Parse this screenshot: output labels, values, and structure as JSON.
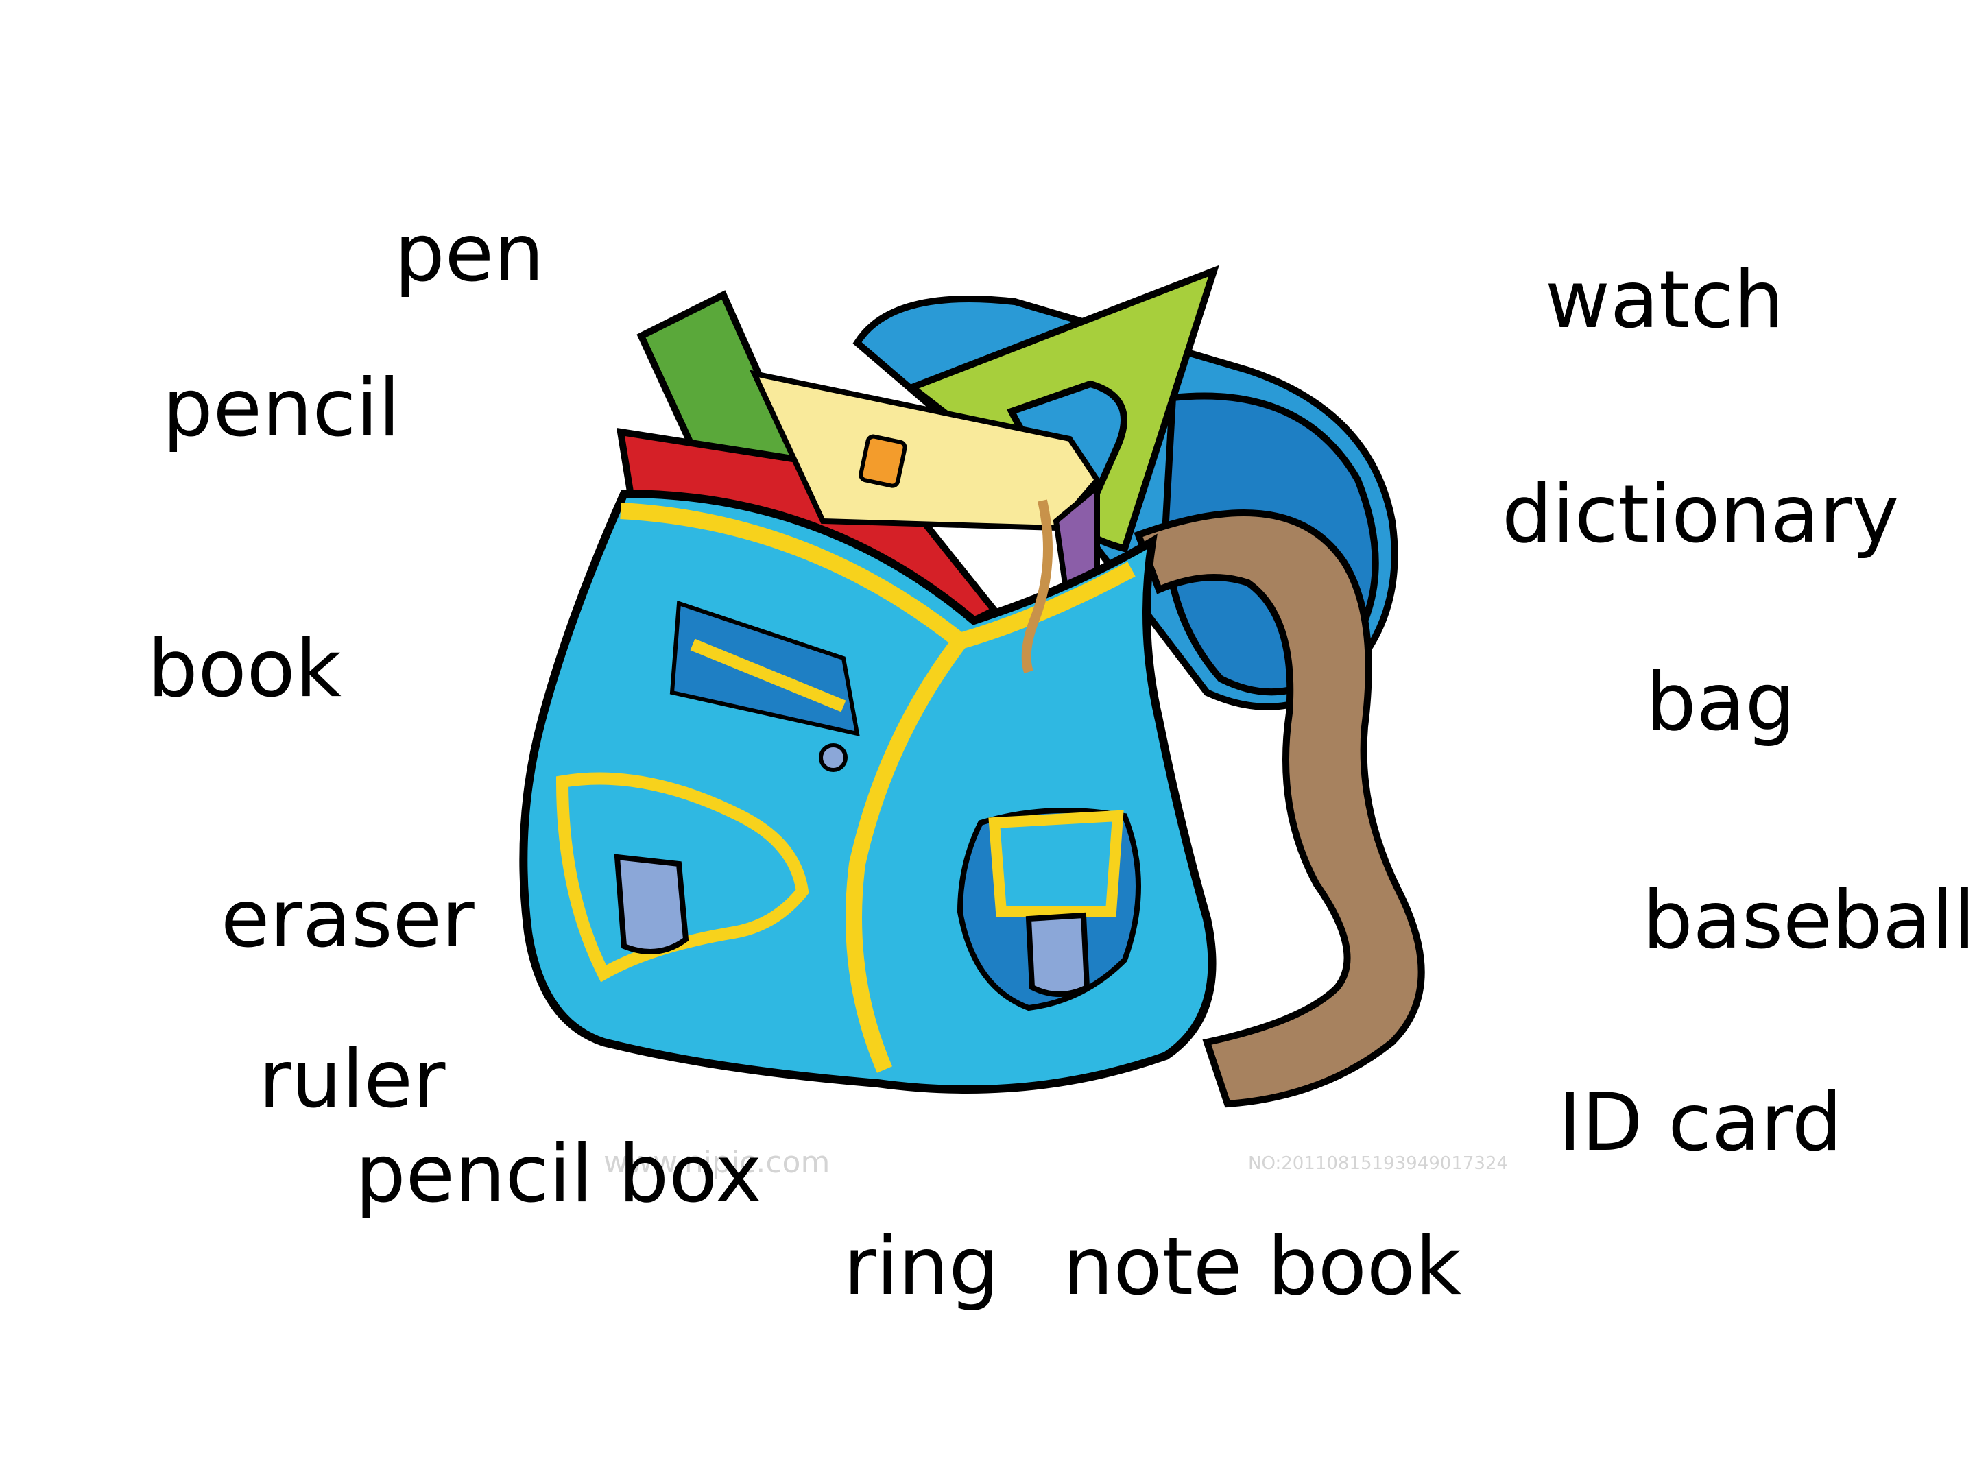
{
  "vocabulary": {
    "left": [
      "pen",
      "pencil",
      "book",
      "eraser",
      "ruler",
      "pencil box"
    ],
    "bottom": [
      "ring",
      "note book"
    ],
    "right": [
      "watch",
      "dictionary",
      "bag",
      "baseball",
      "ID card"
    ]
  },
  "watermark": {
    "site": "www.nipic.com",
    "serial": "NO:20110815193949017324"
  },
  "colors": {
    "bag_blue": "#2fb8e2",
    "bag_trim": "#f7d21c",
    "ruler_green": "#5aa83a",
    "triangle_green": "#a7cf3c",
    "book_red": "#d52027",
    "strap_brown": "#a7825f"
  }
}
